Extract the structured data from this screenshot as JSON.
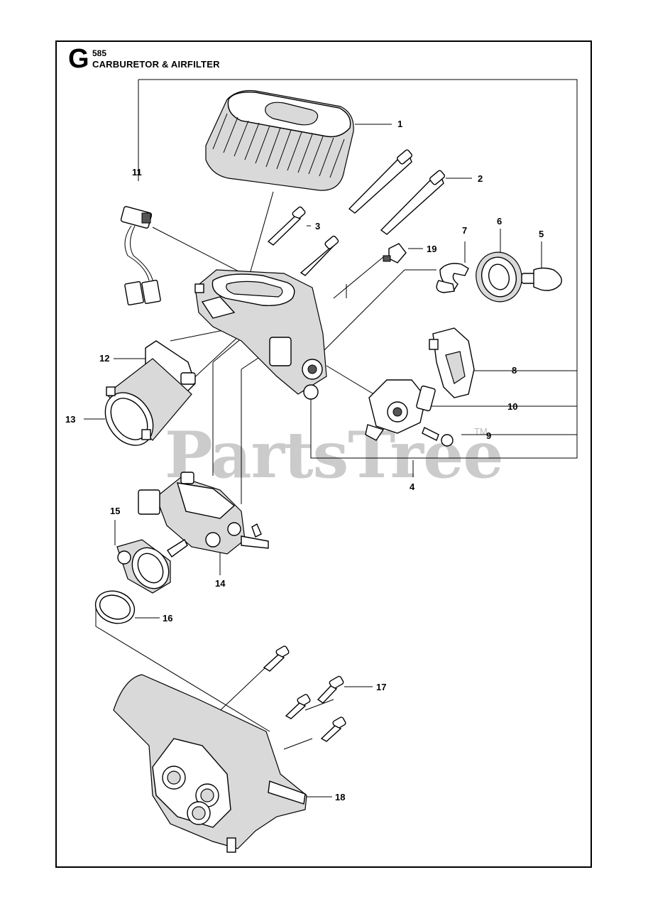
{
  "header": {
    "section_letter": "G",
    "model": "585",
    "title": "CARBURETOR & AIRFILTER"
  },
  "watermark": {
    "text": "PartsTree",
    "tm": "TM"
  },
  "callouts": {
    "c1": "1",
    "c2": "2",
    "c3": "3",
    "c4": "4",
    "c5": "5",
    "c6": "6",
    "c7": "7",
    "c8": "8",
    "c9": "9",
    "c10": "10",
    "c11": "11",
    "c12": "12",
    "c13": "13",
    "c14": "14",
    "c15": "15",
    "c16": "16",
    "c17": "17",
    "c18": "18",
    "c19": "19"
  }
}
